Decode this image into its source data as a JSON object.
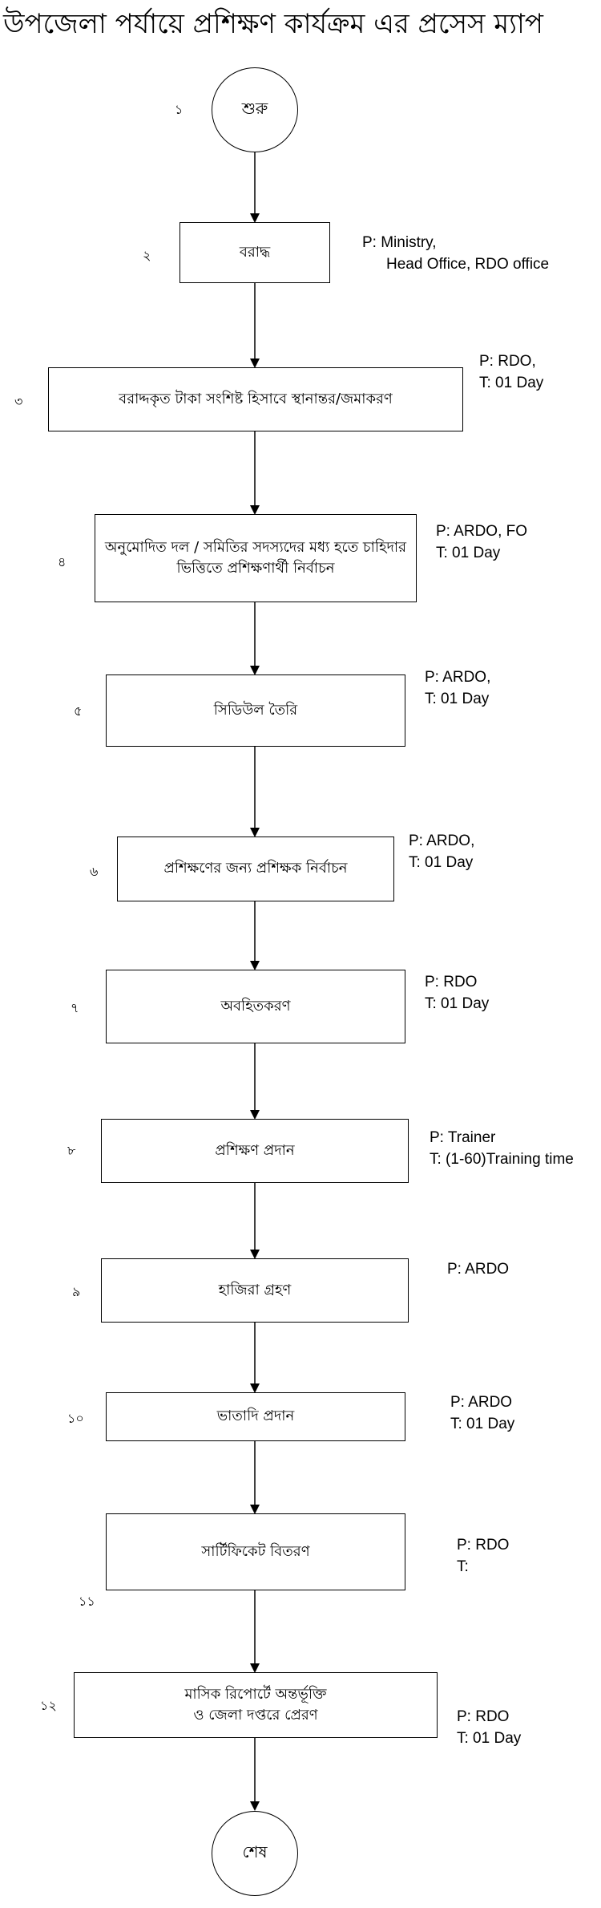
{
  "title": "উপজেলা পর্যায়ে প্রশিক্ষণ কার্যক্রম এর প্রসেস ম্যাপ",
  "nodes": {
    "start": "শুরু",
    "s2": "বরাদ্ধ",
    "s3": "বরাদ্দকৃত টাকা সংশিষ্ট হিসাবে স্থানান্তর/জমাকরণ",
    "s4": "অনুমোদিত দল / সমিতির সদস্যদের মধ্য হতে চাহিদার ভিত্তিতে প্রশিক্ষণার্থী নির্বাচন",
    "s5": "সিডিউল তৈরি",
    "s6": "প্রশিক্ষণের জন্য প্রশিক্ষক নির্বাচন",
    "s7": "অবহিতকরণ",
    "s8": "প্রশিক্ষণ প্রদান",
    "s9": "হাজিরা গ্রহণ",
    "s10": "ভাতাদি প্রদান",
    "s11": "সার্টিফিকেট বিতরণ",
    "s12a": "মাসিক রিপোর্টে অন্তর্ভূক্তি",
    "s12b": "ও জেলা দপ্তরে প্রেরণ",
    "end": "শেষ"
  },
  "numbers": {
    "n1": "১",
    "n2": "২",
    "n3": "৩",
    "n4": "৪",
    "n5": "৫",
    "n6": "৬",
    "n7": "৭",
    "n8": "৮",
    "n9": "৯",
    "n10": "১০",
    "n11": "১১",
    "n12": "১২"
  },
  "annotations": {
    "a2": {
      "p": "P:  Ministry,",
      "t": "Head Office, RDO office"
    },
    "a3": {
      "p": "P:  RDO,",
      "t": "T:  01 Day"
    },
    "a4": {
      "p": "P:  ARDO, FO",
      "t": "T:  01 Day"
    },
    "a5": {
      "p": "P:  ARDO,",
      "t": "T:  01 Day"
    },
    "a6": {
      "p": "P:  ARDO,",
      "t": "T:  01 Day"
    },
    "a7": {
      "p": "P: RDO",
      "t": "T:  01 Day"
    },
    "a8": {
      "p": "P: Trainer",
      "t": "T:  (1-60)Training time"
    },
    "a9": {
      "p": "P: ARDO"
    },
    "a10": {
      "p": "P: ARDO",
      "t": "T:  01 Day"
    },
    "a11": {
      "p": "P: RDO",
      "t": "T:"
    },
    "a12": {
      "p": "P: RDO",
      "t": "T:  01 Day"
    }
  }
}
